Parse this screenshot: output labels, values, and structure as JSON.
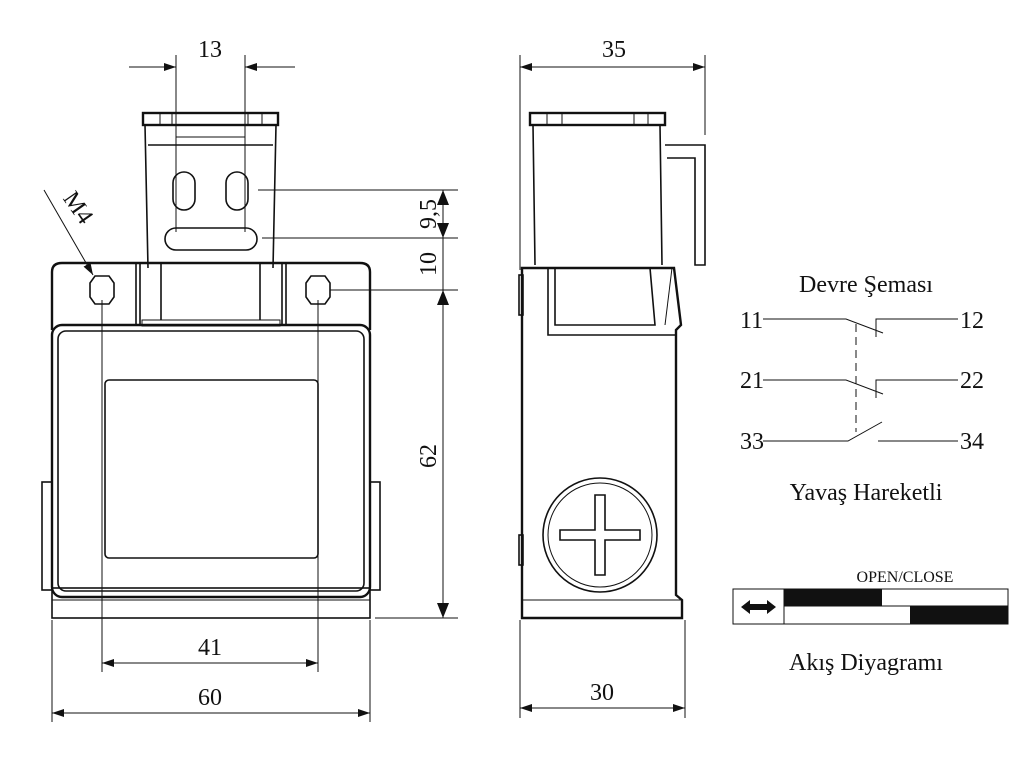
{
  "front_view": {
    "dim_top": "13",
    "dim_slot": "9,5",
    "dim_head": "10",
    "dim_height": "62",
    "dim_holes": "41",
    "dim_width": "60",
    "thread": "M4"
  },
  "side_view": {
    "dim_top": "35",
    "dim_bottom": "30"
  },
  "circuit": {
    "title": "Devre Şeması",
    "terminals": [
      "11",
      "12",
      "21",
      "22",
      "33",
      "34"
    ],
    "subtitle": "Yavaş Hareketli"
  },
  "flow": {
    "label": "OPEN/CLOSE",
    "title": "Akış Diyagramı",
    "icon": "double-arrow-icon",
    "fill_color": "#111111"
  }
}
